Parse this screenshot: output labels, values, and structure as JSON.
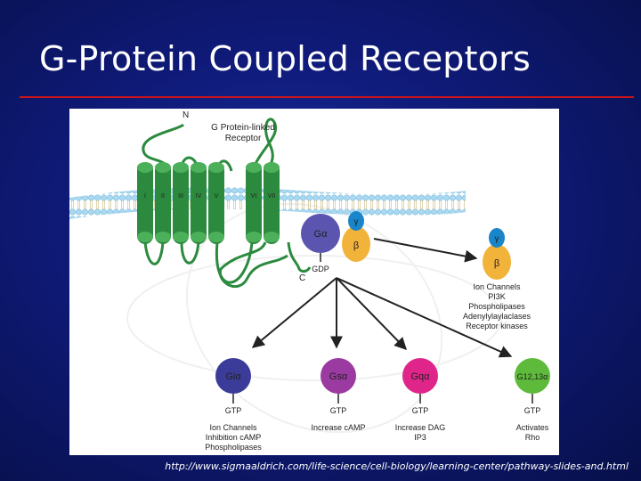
{
  "slide": {
    "title": "G-Protein Coupled Receptors",
    "source_url": "http://www.sigmaaldrich.com/life-science/cell-biology/learning-center/pathway-slides-and.html"
  },
  "diagram": {
    "receptor_label_line1": "G Protein-linked",
    "receptor_label_line2": "Receptor",
    "n_terminus": "N",
    "c_terminus": "C",
    "helices": [
      "I",
      "II",
      "III",
      "IV",
      "V",
      "VI",
      "VII"
    ],
    "galpha": "Gα",
    "beta": "β",
    "gamma": "γ",
    "gdp": "GDP",
    "beta_gamma_effects": [
      "Ion Channels",
      "PI3K",
      "Phospholipases",
      "Adenylylaylaclases",
      "Receptor kinases"
    ],
    "subunits": [
      {
        "name": "Giα",
        "color": "#3b3b9a",
        "gtp": "GTP",
        "effects": [
          "Ion Channels",
          "Inhibition cAMP",
          "Phospholipases"
        ]
      },
      {
        "name": "Gsα",
        "color": "#9b3aa0",
        "gtp": "GTP",
        "effects": [
          "Increase cAMP"
        ]
      },
      {
        "name": "Gqα",
        "color": "#e0258a",
        "gtp": "GTP",
        "effects": [
          "Increase DAG",
          "IP3"
        ]
      },
      {
        "name": "G12,13α",
        "color": "#5dba3a",
        "gtp": "GTP",
        "effects": [
          "Activates",
          "Rho"
        ]
      }
    ],
    "colors": {
      "helix": "#2b8a3e",
      "helix_cap": "#4caf5a",
      "membrane": "#9fd3ee",
      "galpha": "#5b55b0",
      "beta": "#f2b33a",
      "gamma": "#1a85c8",
      "arrow": "#222222"
    }
  }
}
